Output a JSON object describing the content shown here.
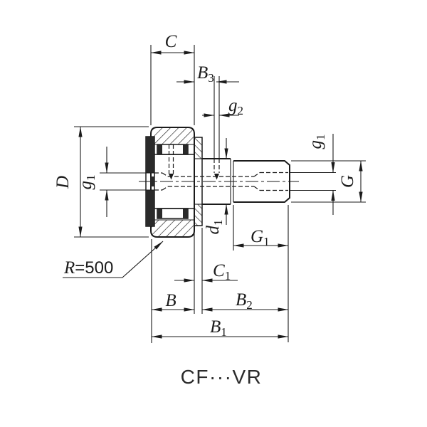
{
  "caption": "CF···VR",
  "annotation": {
    "r_label": "R",
    "r_value": "=500"
  },
  "labels": {
    "C": {
      "main": "C",
      "sub": ""
    },
    "B3": {
      "main": "B",
      "sub": "3"
    },
    "g2": {
      "main": "g",
      "sub": "2"
    },
    "g1_left": {
      "main": "g",
      "sub": "1"
    },
    "g1_right": {
      "main": "g",
      "sub": "1"
    },
    "D": {
      "main": "D",
      "sub": ""
    },
    "d1": {
      "main": "d",
      "sub": "1"
    },
    "G": {
      "main": "G",
      "sub": ""
    },
    "G1": {
      "main": "G",
      "sub": "1"
    },
    "C1": {
      "main": "C",
      "sub": "1"
    },
    "B": {
      "main": "B",
      "sub": ""
    },
    "B2": {
      "main": "B",
      "sub": "2"
    },
    "B1": {
      "main": "B",
      "sub": "1"
    }
  },
  "colors": {
    "line": "#1b1b1b",
    "background": "#ffffff"
  }
}
